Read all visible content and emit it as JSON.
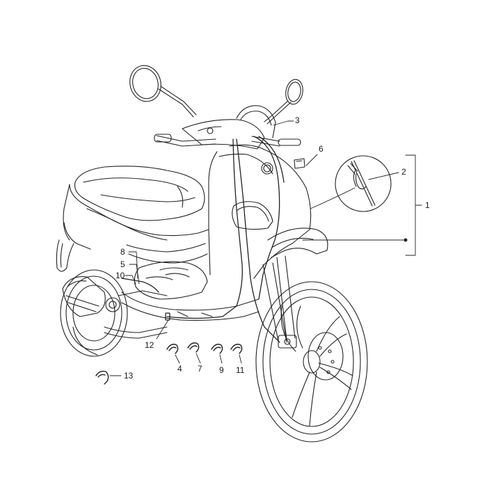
{
  "diagram": {
    "callouts": [
      {
        "id": "c1",
        "label": "1"
      },
      {
        "id": "c2",
        "label": "2"
      },
      {
        "id": "c3",
        "label": "3"
      },
      {
        "id": "c4",
        "label": "4"
      },
      {
        "id": "c5",
        "label": "5"
      },
      {
        "id": "c6",
        "label": "6"
      },
      {
        "id": "c7",
        "label": "7"
      },
      {
        "id": "c8",
        "label": "8"
      },
      {
        "id": "c9",
        "label": "9"
      },
      {
        "id": "c10",
        "label": "10"
      },
      {
        "id": "c11",
        "label": "11"
      },
      {
        "id": "c12",
        "label": "12"
      },
      {
        "id": "c13",
        "label": "13"
      }
    ]
  },
  "colors": {
    "line": "#222222",
    "background": "#ffffff"
  }
}
